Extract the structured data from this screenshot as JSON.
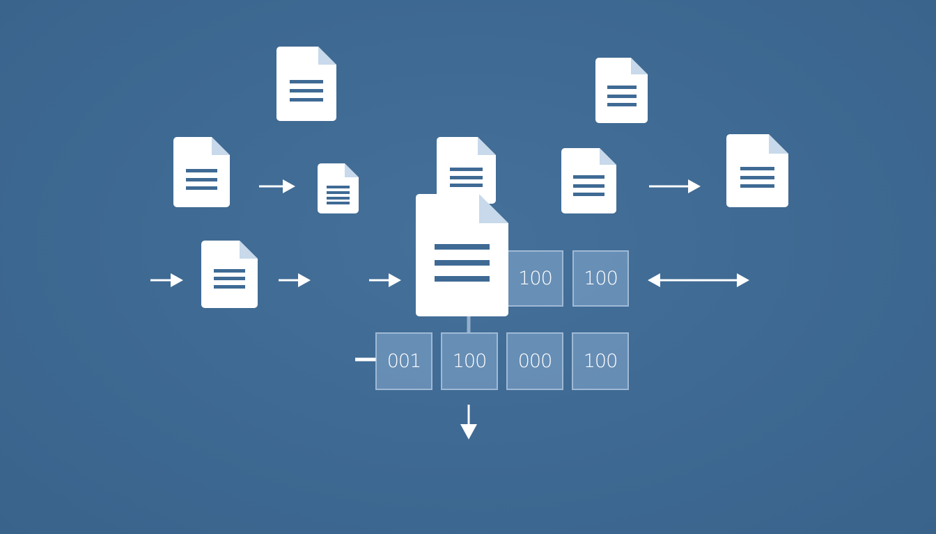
{
  "colors": {
    "background": "#3f6a94",
    "document": "#ffffff",
    "document_fold": "#c7d9ea",
    "cell_fill": "#7ea4c9",
    "arrow": "#ffffff"
  },
  "icons": [
    "document-icon",
    "arrow-right-icon",
    "double-arrow-icon",
    "arrow-down-icon"
  ],
  "cells": {
    "top_row": [
      "100",
      "100"
    ],
    "bottom_row": [
      "001",
      "100",
      "000",
      "100"
    ]
  }
}
